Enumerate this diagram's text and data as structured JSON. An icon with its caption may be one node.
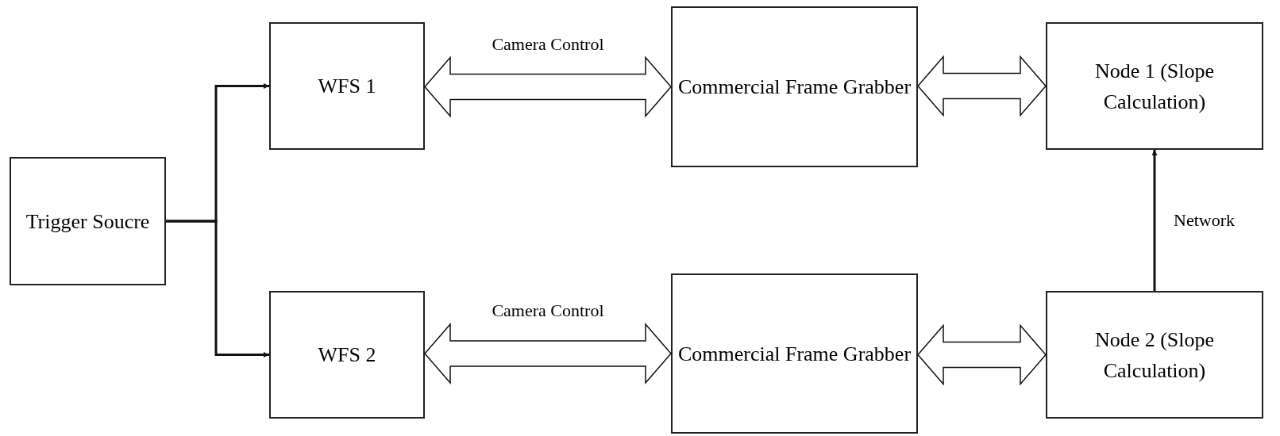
{
  "diagram": {
    "nodes": [
      {
        "text": [
          "Trigger Soucre"
        ]
      },
      {
        "text": [
          "WFS 1"
        ]
      },
      {
        "text": [
          "WFS 2"
        ]
      },
      {
        "text": [
          "Commercial Frame Grabber"
        ]
      },
      {
        "text": [
          "Commercial Frame Grabber"
        ]
      },
      {
        "text": [
          "Node 1 (Slope Calculation)"
        ]
      },
      {
        "text": [
          "Node 2 (Slope Calculation)"
        ]
      }
    ],
    "edges": [
      {
        "from": 0,
        "to": 1,
        "arrow": "to"
      },
      {
        "from": 0,
        "to": 2,
        "arrow": "to"
      },
      {
        "from": 1,
        "to": 3,
        "arrow": "both",
        "label": "Camera Control",
        "style": "thick"
      },
      {
        "from": 3,
        "to": 5,
        "arrow": "both",
        "style": "thick"
      },
      {
        "from": 2,
        "to": 4,
        "arrow": "both",
        "label": "Camera Control",
        "style": "thick"
      },
      {
        "from": 4,
        "to": 6,
        "arrow": "both",
        "style": "thick"
      },
      {
        "from": 6,
        "to": 5,
        "arrow": "to",
        "label": "Network"
      }
    ]
  }
}
